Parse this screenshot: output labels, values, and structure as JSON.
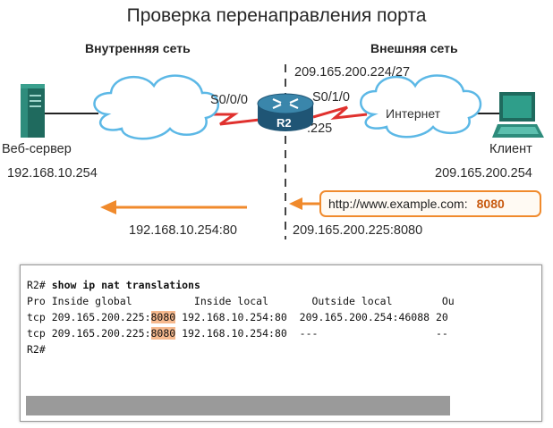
{
  "title": "Проверка перенаправления порта",
  "inside_net_label": "Внутренняя сеть",
  "outside_net_label": "Внешняя сеть",
  "outside_subnet": "209.165.200.224/27",
  "left_interface": "S0/0/0",
  "right_interface": "S0/1/0",
  "router_name": "R2",
  "router_host_octet": ".225",
  "internet_label": "Интернет",
  "web_server_label": "Веб-сервер",
  "web_server_ip": "192.168.10.254",
  "client_label": "Клиент",
  "client_ip": "209.165.200.254",
  "url": {
    "text": "http://www.example.com:",
    "port": "8080"
  },
  "inside_socket": "192.168.10.254:80",
  "outside_socket": "209.165.200.225:8080",
  "colors": {
    "serial_link": "#e0312e",
    "arrow": "#f08a2c",
    "router": "#2d6b8c",
    "highlight": "#f6b98e",
    "divider": "#444444"
  },
  "terminal": {
    "prompt_cmd": "R2#",
    "command": "show ip nat translations",
    "header": "Pro Inside global          Inside local       Outside local        Ou",
    "rows": [
      {
        "proto": "tcp",
        "ig_addr": "209.165.200.225:",
        "ig_port": "8080",
        "rest": " 192.168.10.254:80  209.165.200.254:46088 20"
      },
      {
        "proto": "tcp",
        "ig_addr": "209.165.200.225:",
        "ig_port": "8080",
        "rest": " 192.168.10.254:80  ---                   --"
      }
    ],
    "final_prompt": "R2#"
  }
}
